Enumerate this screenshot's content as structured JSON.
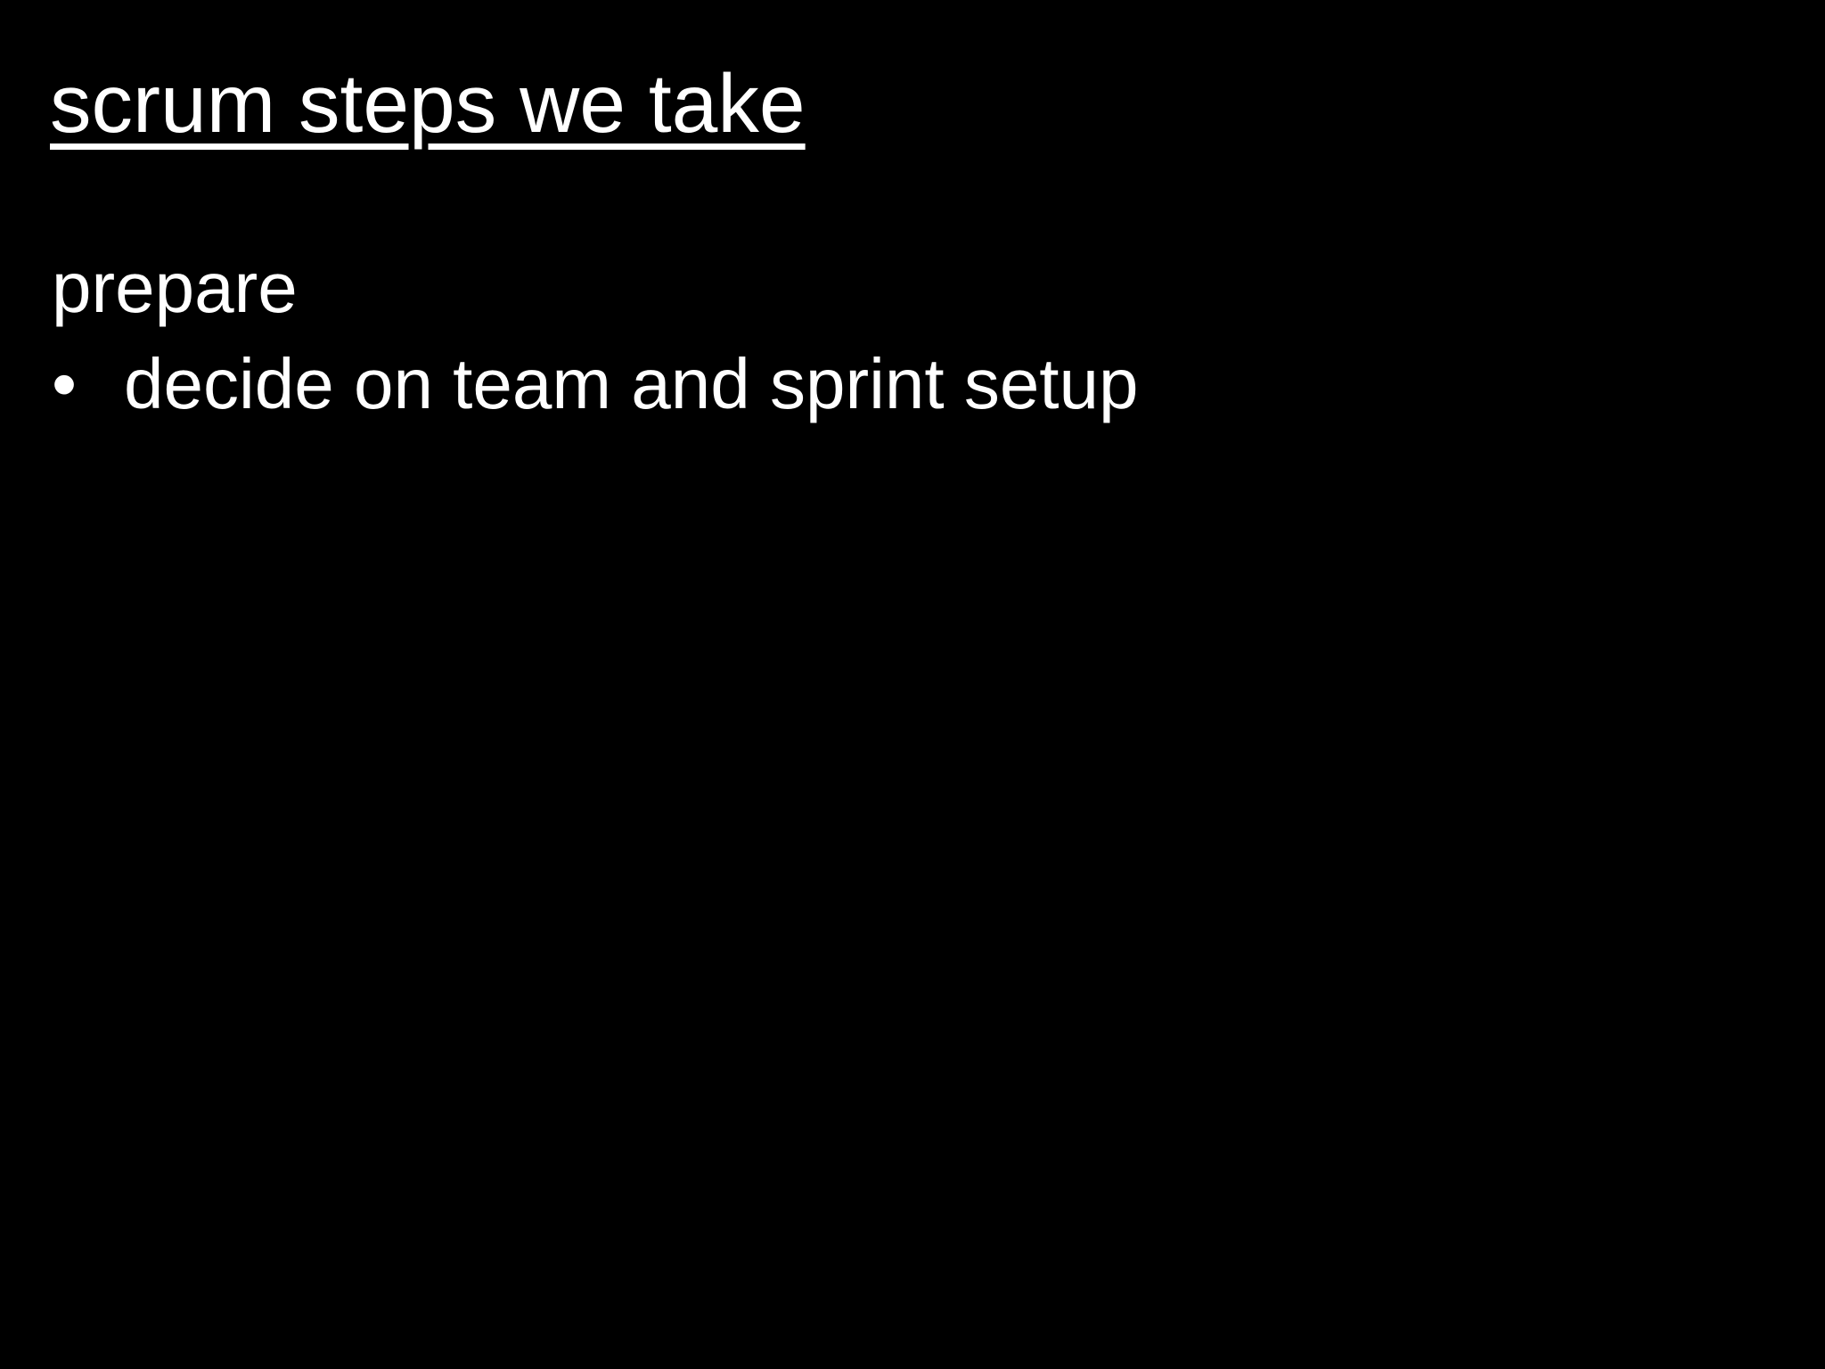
{
  "slide": {
    "title": "scrum steps we take",
    "sections": [
      {
        "heading": "prepare",
        "bullets": [
          "decide on team and sprint setup"
        ]
      }
    ]
  },
  "icons": {
    "bullet": "•"
  },
  "colors": {
    "background": "#000000",
    "text": "#ffffff"
  }
}
